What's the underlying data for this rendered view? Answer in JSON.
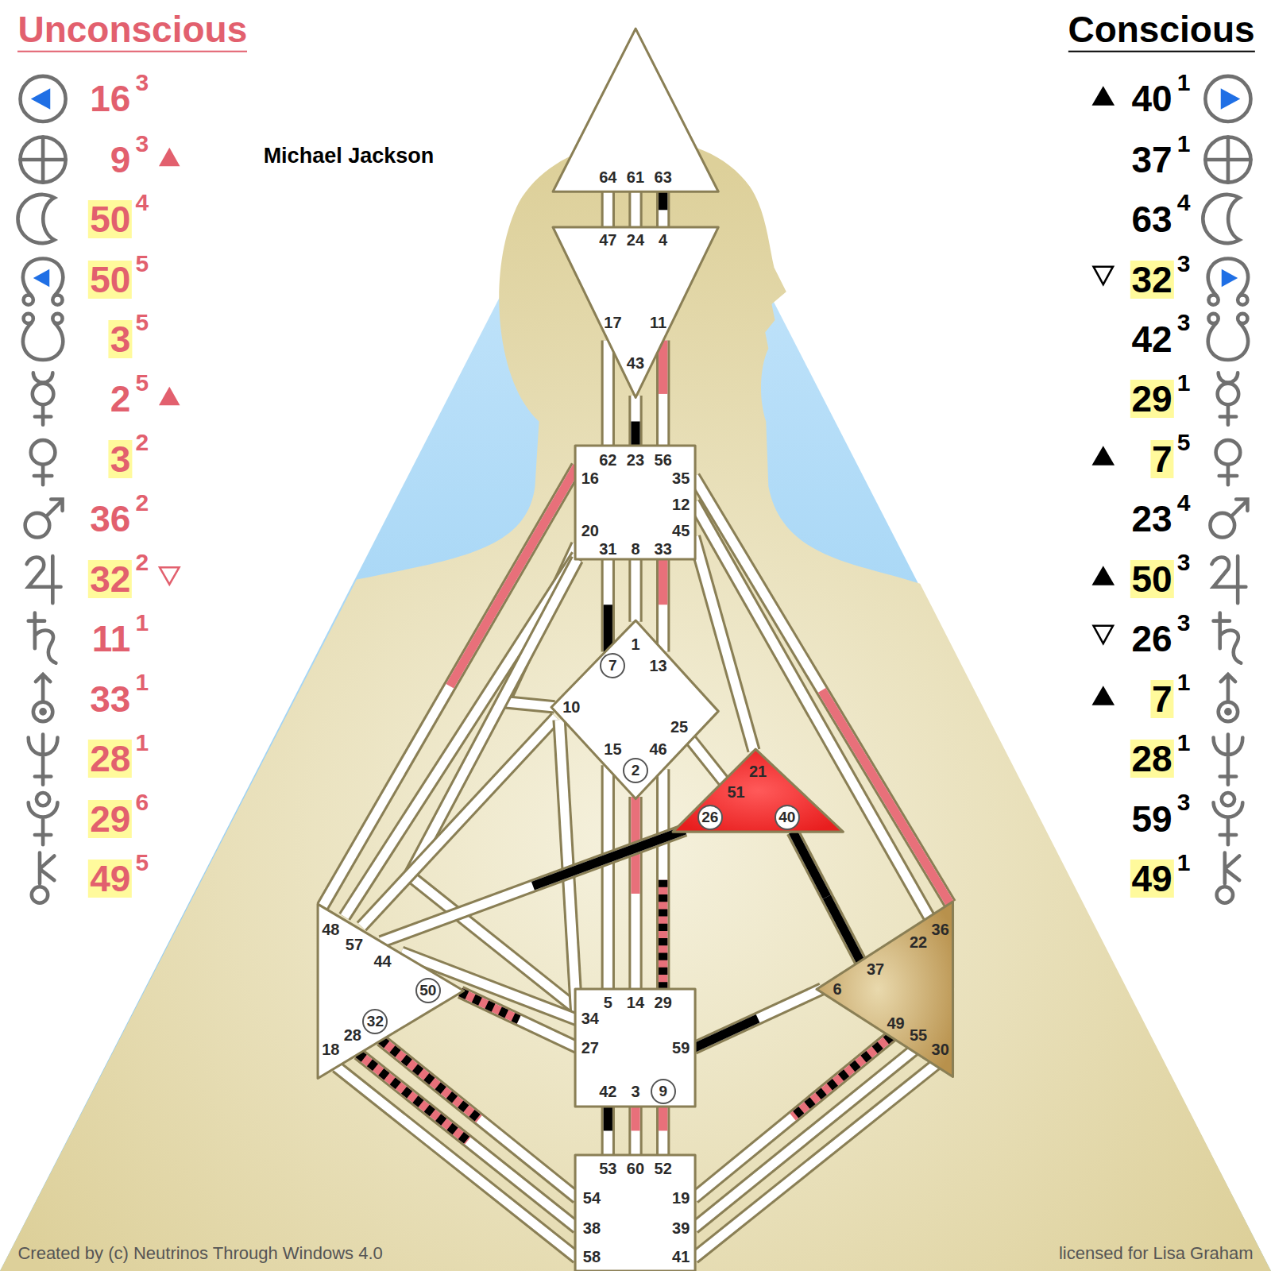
{
  "diagram": {
    "title": "Michael Jackson",
    "nodes": [
      {
        "text": [
          "64",
          "61",
          "63"
        ]
      },
      {
        "text": [
          "47",
          "24",
          "4",
          "17",
          "11",
          "43"
        ]
      },
      {
        "text": [
          "62",
          "23",
          "56",
          "16",
          "35",
          "12",
          "20",
          "45",
          "31",
          "8",
          "33"
        ]
      },
      {
        "text": [
          "1",
          "13",
          "7",
          "10",
          "25",
          "15",
          "46",
          "2"
        ]
      },
      {
        "text": [
          "21",
          "51",
          "26",
          "40"
        ]
      },
      {
        "text": [
          "48",
          "57",
          "44",
          "50",
          "32",
          "28",
          "18"
        ]
      },
      {
        "text": [
          "5",
          "14",
          "29",
          "34",
          "27",
          "59",
          "42",
          "3",
          "9"
        ]
      },
      {
        "text": [
          "36",
          "22",
          "37",
          "6",
          "49",
          "55",
          "30"
        ]
      },
      {
        "text": [
          "53",
          "60",
          "52",
          "54",
          "19",
          "38",
          "39",
          "58",
          "41"
        ]
      }
    ],
    "edges": [
      {
        "from": 0,
        "to": 1,
        "arrow": "none"
      },
      {
        "from": 0,
        "to": 1,
        "arrow": "none"
      },
      {
        "from": 0,
        "to": 1,
        "arrow": "none"
      },
      {
        "from": 1,
        "to": 2,
        "arrow": "none"
      },
      {
        "from": 1,
        "to": 2,
        "arrow": "none"
      },
      {
        "from": 1,
        "to": 2,
        "arrow": "none"
      },
      {
        "from": 2,
        "to": 3,
        "arrow": "none"
      },
      {
        "from": 2,
        "to": 3,
        "arrow": "none"
      },
      {
        "from": 2,
        "to": 3,
        "arrow": "none"
      },
      {
        "from": 2,
        "to": 3,
        "arrow": "none"
      },
      {
        "from": 2,
        "to": 4,
        "arrow": "none"
      },
      {
        "from": 2,
        "to": 5,
        "arrow": "none"
      },
      {
        "from": 2,
        "to": 5,
        "arrow": "none"
      },
      {
        "from": 2,
        "to": 6,
        "arrow": "none"
      },
      {
        "from": 2,
        "to": 7,
        "arrow": "none"
      },
      {
        "from": 2,
        "to": 7,
        "arrow": "none"
      },
      {
        "from": 3,
        "to": 4,
        "arrow": "none"
      },
      {
        "from": 3,
        "to": 5,
        "arrow": "none"
      },
      {
        "from": 3,
        "to": 6,
        "arrow": "none"
      },
      {
        "from": 3,
        "to": 6,
        "arrow": "none"
      },
      {
        "from": 3,
        "to": 6,
        "arrow": "none"
      },
      {
        "from": 3,
        "to": 6,
        "arrow": "none"
      },
      {
        "from": 4,
        "to": 5,
        "arrow": "none"
      },
      {
        "from": 4,
        "to": 7,
        "arrow": "none"
      },
      {
        "from": 5,
        "to": 6,
        "arrow": "none"
      },
      {
        "from": 5,
        "to": 6,
        "arrow": "none"
      },
      {
        "from": 6,
        "to": 7,
        "arrow": "none"
      },
      {
        "from": 6,
        "to": 8,
        "arrow": "none"
      },
      {
        "from": 6,
        "to": 8,
        "arrow": "none"
      },
      {
        "from": 6,
        "to": 8,
        "arrow": "none"
      },
      {
        "from": 5,
        "to": 8,
        "arrow": "none"
      },
      {
        "from": 5,
        "to": 8,
        "arrow": "none"
      },
      {
        "from": 5,
        "to": 8,
        "arrow": "none"
      },
      {
        "from": 7,
        "to": 8,
        "arrow": "none"
      },
      {
        "from": 7,
        "to": 8,
        "arrow": "none"
      },
      {
        "from": 7,
        "to": 8,
        "arrow": "none"
      }
    ],
    "labels": [
      "Unconscious",
      "Conscious",
      "16",
      "3",
      "9",
      "3",
      "50",
      "4",
      "50",
      "5",
      "3",
      "5",
      "2",
      "5",
      "3",
      "2",
      "36",
      "2",
      "32",
      "2",
      "11",
      "1",
      "33",
      "1",
      "28",
      "1",
      "29",
      "6",
      "49",
      "5",
      "40",
      "1",
      "37",
      "1",
      "63",
      "4",
      "32",
      "3",
      "42",
      "3",
      "29",
      "1",
      "7",
      "5",
      "23",
      "4",
      "50",
      "3",
      "26",
      "3",
      "7",
      "1",
      "28",
      "1",
      "59",
      "3",
      "49",
      "1",
      "Created by (c) Neutrinos Through Windows 4.0",
      "licensed for Lisa Graham"
    ]
  }
}
